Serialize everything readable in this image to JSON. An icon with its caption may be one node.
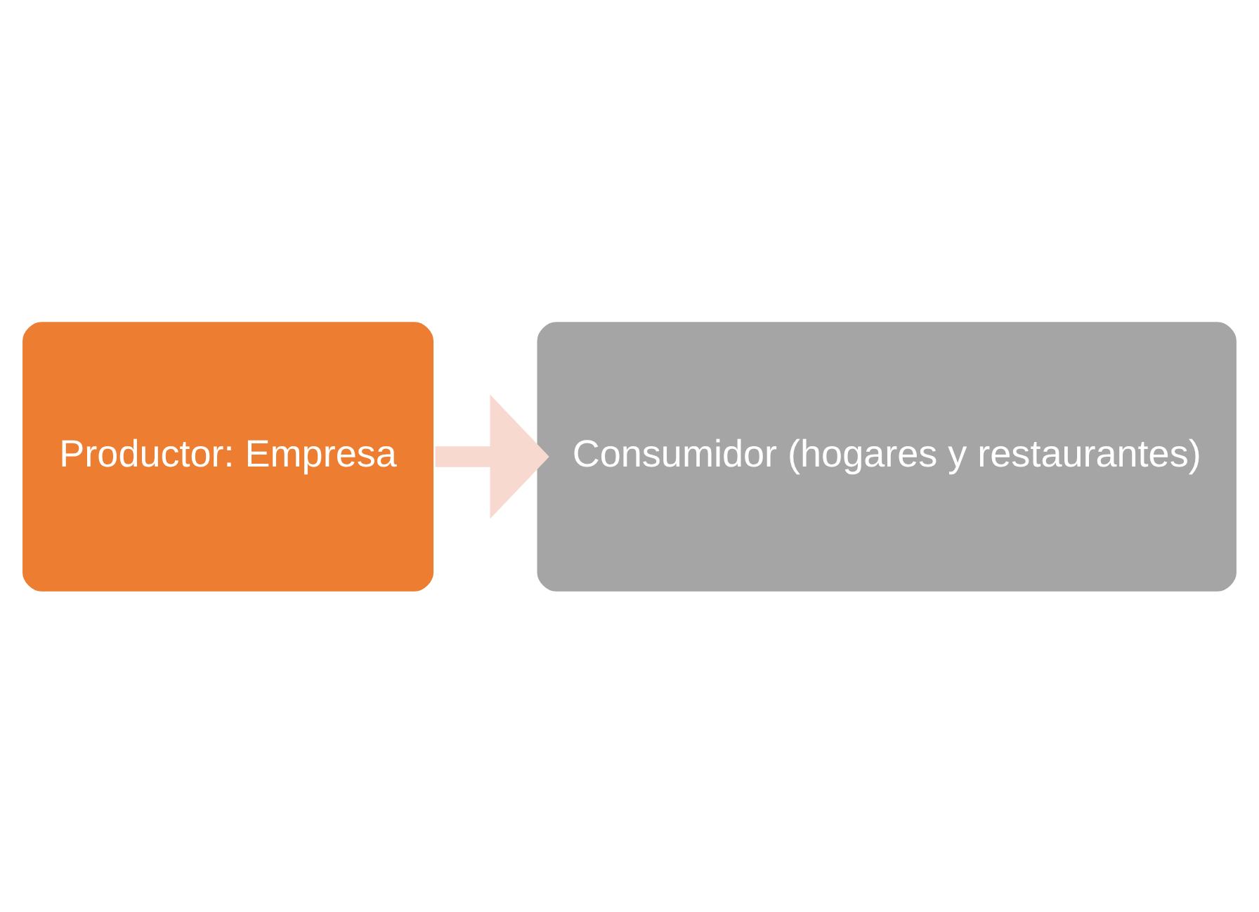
{
  "diagram": {
    "nodes": [
      {
        "text": [
          "Productor: Empresa"
        ]
      },
      {
        "text": [
          "Consumidor (hogares y restaurantes)"
        ]
      }
    ],
    "edges": [
      {
        "from": 0,
        "to": 1,
        "arrow": "to"
      }
    ]
  }
}
